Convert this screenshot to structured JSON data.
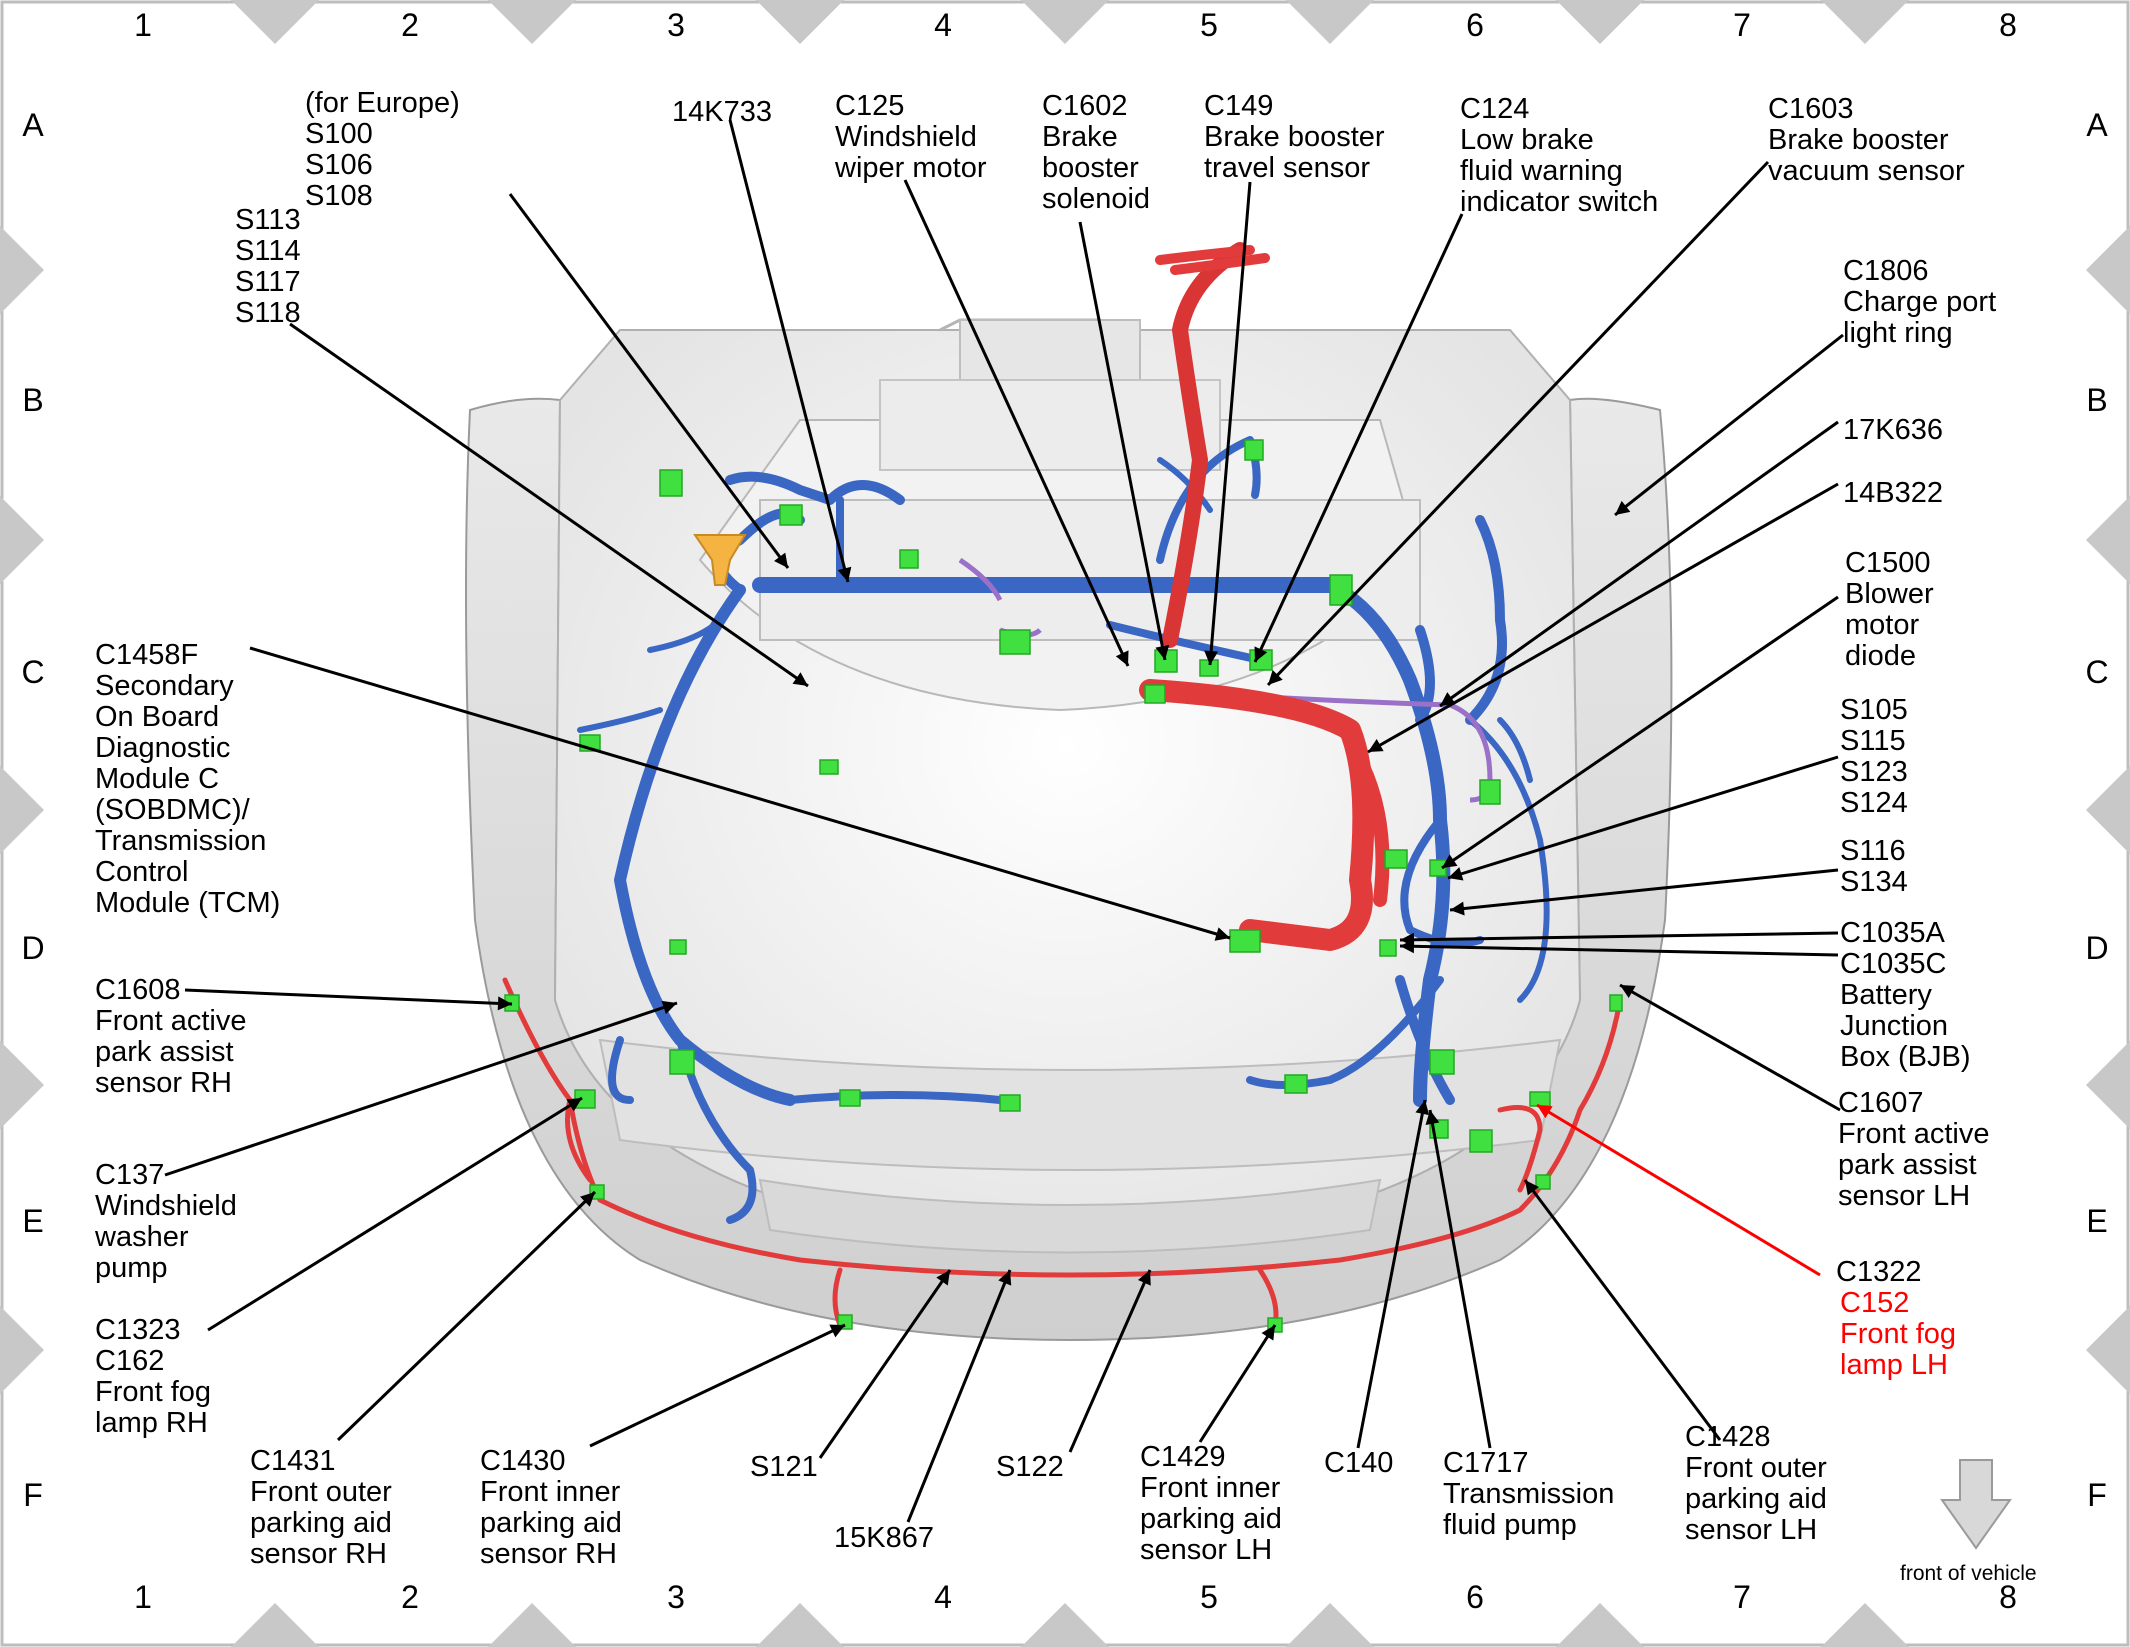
{
  "grid": {
    "columns": [
      "1",
      "2",
      "3",
      "4",
      "5",
      "6",
      "7",
      "8"
    ],
    "rows": [
      "A",
      "B",
      "C",
      "D",
      "E",
      "F"
    ]
  },
  "callouts": [
    {
      "id": "s113",
      "lines": [
        "S113",
        "S114",
        "S117",
        "S118"
      ]
    },
    {
      "id": "s100",
      "lines": [
        "(for Europe)",
        "S100",
        "S106",
        "S108"
      ]
    },
    {
      "id": "14k733",
      "lines": [
        "14K733"
      ]
    },
    {
      "id": "c125",
      "lines": [
        "C125",
        "Windshield",
        "wiper motor"
      ]
    },
    {
      "id": "c1602",
      "lines": [
        "C1602",
        "Brake",
        "booster",
        "solenoid"
      ]
    },
    {
      "id": "c149",
      "lines": [
        "C149",
        "Brake booster",
        "travel sensor"
      ]
    },
    {
      "id": "c124",
      "lines": [
        "C124",
        "Low brake",
        "fluid warning",
        "indicator switch"
      ]
    },
    {
      "id": "c1603",
      "lines": [
        "C1603",
        "Brake booster",
        "vacuum sensor"
      ]
    },
    {
      "id": "c1806",
      "lines": [
        "C1806",
        "Charge port",
        "light ring"
      ]
    },
    {
      "id": "17k636",
      "lines": [
        "17K636"
      ]
    },
    {
      "id": "14b322",
      "lines": [
        "14B322"
      ]
    },
    {
      "id": "c1500",
      "lines": [
        "C1500",
        "Blower",
        "motor",
        "diode"
      ]
    },
    {
      "id": "s105",
      "lines": [
        "S105",
        "S115",
        "S123",
        "S124"
      ]
    },
    {
      "id": "s116",
      "lines": [
        "S116",
        "S134"
      ]
    },
    {
      "id": "c1035a",
      "lines": [
        "C1035A"
      ]
    },
    {
      "id": "c1035c",
      "lines": [
        "C1035C",
        "Battery",
        "Junction",
        "Box (BJB)"
      ]
    },
    {
      "id": "c1607",
      "lines": [
        "C1607",
        "Front active",
        "park assist",
        "sensor LH"
      ]
    },
    {
      "id": "c1322",
      "lines": [
        "C1322"
      ]
    },
    {
      "id": "c152",
      "lines": [
        "C152",
        "Front fog",
        "lamp LH"
      ]
    },
    {
      "id": "c1428",
      "lines": [
        "C1428",
        "Front outer",
        "parking aid",
        "sensor LH"
      ]
    },
    {
      "id": "c1717",
      "lines": [
        "C1717",
        "Transmission",
        "fluid pump"
      ]
    },
    {
      "id": "c140",
      "lines": [
        "C140"
      ]
    },
    {
      "id": "c1429",
      "lines": [
        "C1429",
        "Front inner",
        "parking aid",
        "sensor LH"
      ]
    },
    {
      "id": "s122",
      "lines": [
        "S122"
      ]
    },
    {
      "id": "15k867",
      "lines": [
        "15K867"
      ]
    },
    {
      "id": "s121",
      "lines": [
        "S121"
      ]
    },
    {
      "id": "c1430",
      "lines": [
        "C1430",
        "Front inner",
        "parking aid",
        "sensor RH"
      ]
    },
    {
      "id": "c1431",
      "lines": [
        "C1431",
        "Front outer",
        "parking aid",
        "sensor RH"
      ]
    },
    {
      "id": "c1323",
      "lines": [
        "C1323",
        "C162",
        "Front fog",
        "lamp RH"
      ]
    },
    {
      "id": "c137",
      "lines": [
        "C137",
        "Windshield",
        "washer",
        "pump"
      ]
    },
    {
      "id": "c1608",
      "lines": [
        "C1608",
        "Front active",
        "park assist",
        "sensor RH"
      ]
    },
    {
      "id": "c1458f",
      "lines": [
        "C1458F",
        "Secondary",
        "On Board",
        "Diagnostic",
        "Module C",
        "(SOBDMC)/",
        "Transmission",
        "Control",
        "Module (TCM)"
      ]
    }
  ],
  "orientation": {
    "label": "front of vehicle",
    "icon": "down-arrow-icon"
  },
  "colors": {
    "harness_blue": "#3a66c4",
    "harness_red": "#e23b3b",
    "connector_green": "#3fe03f",
    "highlight_red": "#ff0000",
    "body_gray": "#d6d6d6",
    "border_gray": "#c8c8c8"
  }
}
